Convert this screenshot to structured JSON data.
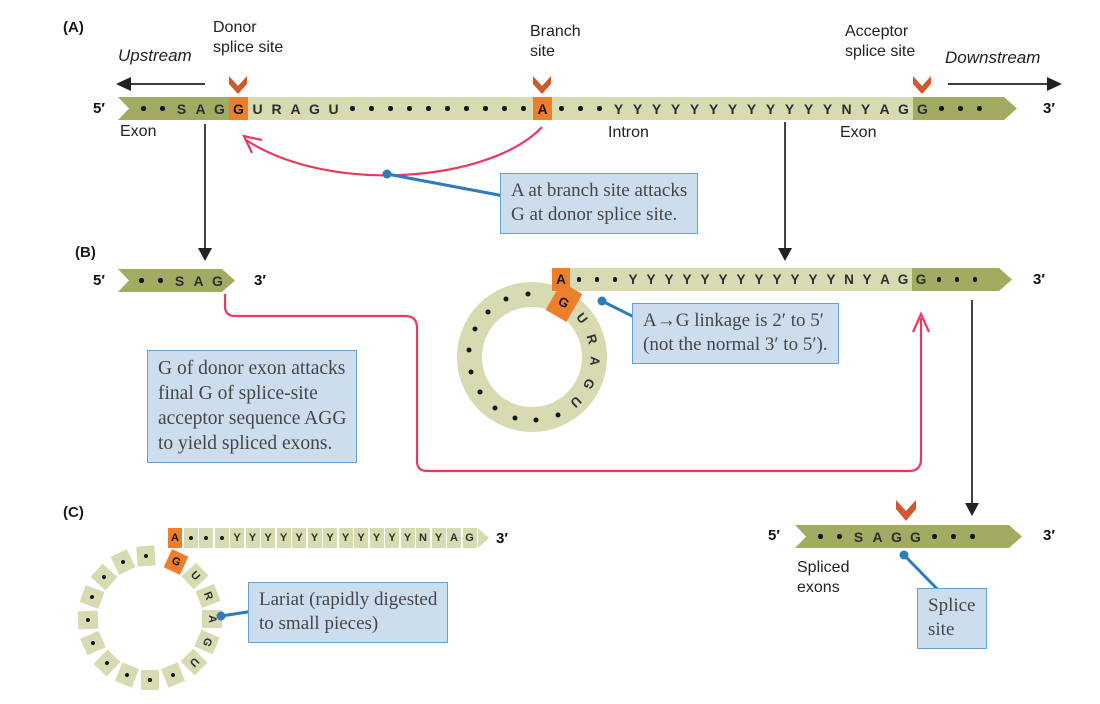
{
  "colors": {
    "exon": "#a2ab61",
    "intron": "#d8dab2",
    "highlight": "#ec7e2c",
    "vhead": "#d0582f",
    "red": "#e93a5e",
    "blue": "#2c7bbd",
    "box_fill": "#ccddee",
    "box_border": "#66a3d2"
  },
  "panel_labels": {
    "a": "(A)",
    "b": "(B)",
    "c": "(C)"
  },
  "direction": {
    "upstream": "Upstream",
    "downstream": "Downstream"
  },
  "site_labels": {
    "donor": [
      "Donor",
      "splice site"
    ],
    "branch": [
      "Branch",
      "site"
    ],
    "acceptor": [
      "Acceptor",
      "splice site"
    ]
  },
  "region_labels": {
    "exon_left": "Exon",
    "intron": "Intron",
    "exon_right": "Exon",
    "spliced_exons": [
      "Spliced",
      "exons"
    ]
  },
  "terminals": {
    "five": "5′",
    "three": "3′"
  },
  "callouts": {
    "branch_attack": {
      "lines": [
        "A at branch site attacks",
        "G at donor splice site."
      ]
    },
    "donor_attack": {
      "lines": [
        "G of donor exon attacks",
        "final G of splice-site",
        "acceptor sequence AGG",
        "to yield spliced exons."
      ]
    },
    "linkage": {
      "lines": [
        "A→G linkage is 2′ to 5′",
        "(not the normal 3′ to 5′)."
      ]
    },
    "lariat": {
      "lines": [
        "Lariat (rapidly digested",
        "to small pieces)"
      ]
    },
    "splice_site": {
      "lines": [
        "Splice",
        "site"
      ]
    }
  },
  "bands": {
    "pre_mrna": [
      {
        "kind": "exon",
        "pad_left": 16,
        "tokens": [
          ".",
          ".",
          "S",
          "A",
          "G",
          "G*"
        ]
      },
      {
        "kind": "intron",
        "tokens": [
          "U",
          "R",
          "A",
          "G",
          "U",
          ".",
          ".",
          ".",
          ".",
          ".",
          ".",
          ".",
          ".",
          ".",
          ".",
          "A*",
          ".",
          ".",
          ".",
          "Y",
          "Y",
          "Y",
          "Y",
          "Y",
          "Y",
          "Y",
          "Y",
          "Y",
          "Y",
          "Y",
          "Y",
          "N",
          "Y",
          "A",
          "G"
        ]
      },
      {
        "kind": "exon",
        "pad_right": 28,
        "tokens": [
          "G",
          ".",
          ".",
          "."
        ]
      }
    ],
    "b_left": [
      {
        "kind": "exon",
        "pad_left": 14,
        "pad_right": 8,
        "tokens": [
          ".",
          ".",
          "S",
          "A",
          "G"
        ]
      }
    ],
    "b_tail": [
      {
        "kind": "intron",
        "tokens": [
          "A*",
          ".",
          ".",
          ".",
          "Y",
          "Y",
          "Y",
          "Y",
          "Y",
          "Y",
          "Y",
          "Y",
          "Y",
          "Y",
          "Y",
          "Y",
          "N",
          "Y",
          "A",
          "G"
        ]
      },
      {
        "kind": "exon",
        "pad_right": 28,
        "tokens": [
          "G",
          ".",
          ".",
          "."
        ]
      }
    ],
    "spliced": [
      {
        "kind": "exon",
        "pad_left": 16,
        "pad_right": 40,
        "tokens": [
          ".",
          ".",
          "S",
          "A",
          "G",
          "G",
          ".",
          ".",
          "."
        ]
      }
    ],
    "c_tail": [
      "A*",
      ".",
      ".",
      ".",
      "Y",
      "Y",
      "Y",
      "Y",
      "Y",
      "Y",
      "Y",
      "Y",
      "Y",
      "Y",
      "Y",
      "Y",
      "N",
      "Y",
      "A",
      "G"
    ]
  },
  "lariat_b": {
    "letters": [
      {
        "ch": "G",
        "angle": 30,
        "hl": true
      },
      {
        "ch": "U",
        "angle": 52
      },
      {
        "ch": "R",
        "angle": 73
      },
      {
        "ch": "A",
        "angle": 94
      },
      {
        "ch": "G",
        "angle": 115
      },
      {
        "ch": "U",
        "angle": 136
      }
    ],
    "dot_angles": [
      156,
      176,
      196,
      216,
      236,
      256,
      276,
      296,
      316,
      336,
      356
    ]
  },
  "lariat_c": {
    "tiles": [
      {
        "ch": "G",
        "angle": 25,
        "hl": true
      },
      {
        "ch": "U",
        "angle": 47
      },
      {
        "ch": "R",
        "angle": 69
      },
      {
        "ch": "A",
        "angle": 91
      },
      {
        "ch": "G",
        "angle": 113
      },
      {
        "ch": "U",
        "angle": 135
      },
      {
        "angle": 158
      },
      {
        "angle": 180
      },
      {
        "angle": 202
      },
      {
        "angle": 224
      },
      {
        "angle": 246
      },
      {
        "angle": 268
      },
      {
        "angle": 290
      },
      {
        "angle": 312
      },
      {
        "angle": 334
      },
      {
        "angle": 356
      }
    ]
  }
}
